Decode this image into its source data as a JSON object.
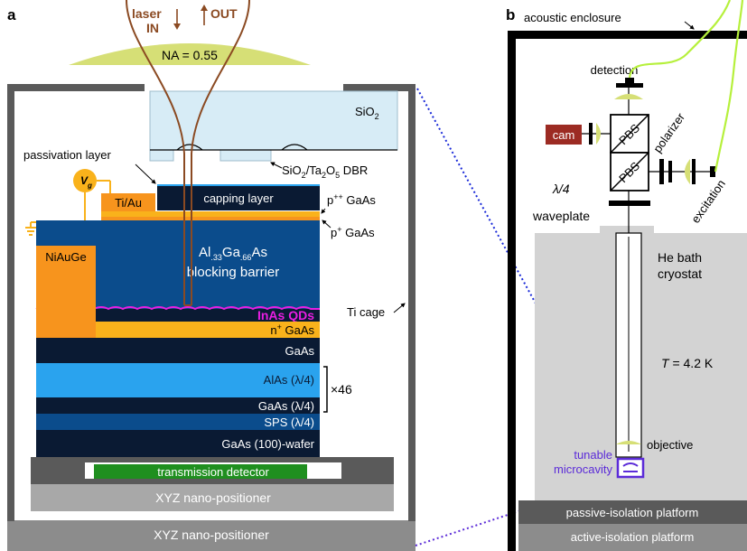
{
  "panel_a": {
    "label": "a",
    "laser_in": "laser",
    "laser_in_2": "IN",
    "out": "OUT",
    "na": "NA = 0.55",
    "sio2_base": "SiO",
    "sio2_sub": "2",
    "dbr_base1": "SiO",
    "dbr_sub1": "2",
    "dbr_base2": "/Ta",
    "dbr_sub2": "2",
    "dbr_base3": "O",
    "dbr_sub3": "5",
    "dbr_tail": " DBR",
    "passivation": "passivation layer",
    "vg_base": "V",
    "vg_sub": "g",
    "tiau": "Ti/Au",
    "niauge": "NiAuGe",
    "capping": "capping layer",
    "ppgaas_base": "p",
    "ppgaas_sup": "++",
    "ppgaas_tail": " GaAs",
    "pgaas_base": "p",
    "pgaas_sup": "+",
    "pgaas_tail": " GaAs",
    "algaas_a": "Al",
    "algaas_b": ".33",
    "algaas_c": "Ga",
    "algaas_d": ".66",
    "algaas_e": "As",
    "blocking": "blocking barrier",
    "ticage": "Ti cage",
    "qds": "InAs QDs",
    "ngaas_base": "n",
    "ngaas_sup": "+",
    "ngaas_tail": " GaAs",
    "gaas": "GaAs",
    "alas": "AlAs (λ/4)",
    "gaas_l4": "GaAs (λ/4)",
    "x46": "×46",
    "sps": "SPS (λ/4)",
    "wafer": "GaAs (100)-wafer",
    "transmission": "transmission detector",
    "xyz_inner": "XYZ nano-positioner",
    "xyz_outer": "XYZ nano-positioner"
  },
  "panel_b": {
    "label": "b",
    "enclosure": "acoustic enclosure",
    "detection": "detection",
    "cam": "cam",
    "pbs1": "PBS",
    "pbs2": "PBS",
    "polarizer": "polarizer",
    "excitation": "excitation",
    "waveplate_1": "λ/4",
    "waveplate_2": "waveplate",
    "he_1": "He bath",
    "he_2": "cryostat",
    "temp_t": "T",
    "temp_rest": " = 4.2 K",
    "objective": "objective",
    "tunable_1": "tunable",
    "tunable_2": "microcavity",
    "passive": "passive-isolation platform",
    "active": "active-isolation platform"
  },
  "colors": {
    "dark_layer": "#0a1a33",
    "mid_blue": "#0b4c8c",
    "alas_blue": "#2aa3ee",
    "gold": "#f9b21b",
    "orange": "#f7941d",
    "sio2": "#d7ecf6",
    "lens": "#d6df76",
    "fiber_brown": "#8b4a22",
    "fiber_green": "#b6f03c",
    "qd_magenta": "#e91ee2",
    "violet": "#5b2bd8",
    "cam_red": "#9c2b23",
    "grey_light": "#d3d3d3",
    "grey_dark": "#5a5a5a"
  }
}
